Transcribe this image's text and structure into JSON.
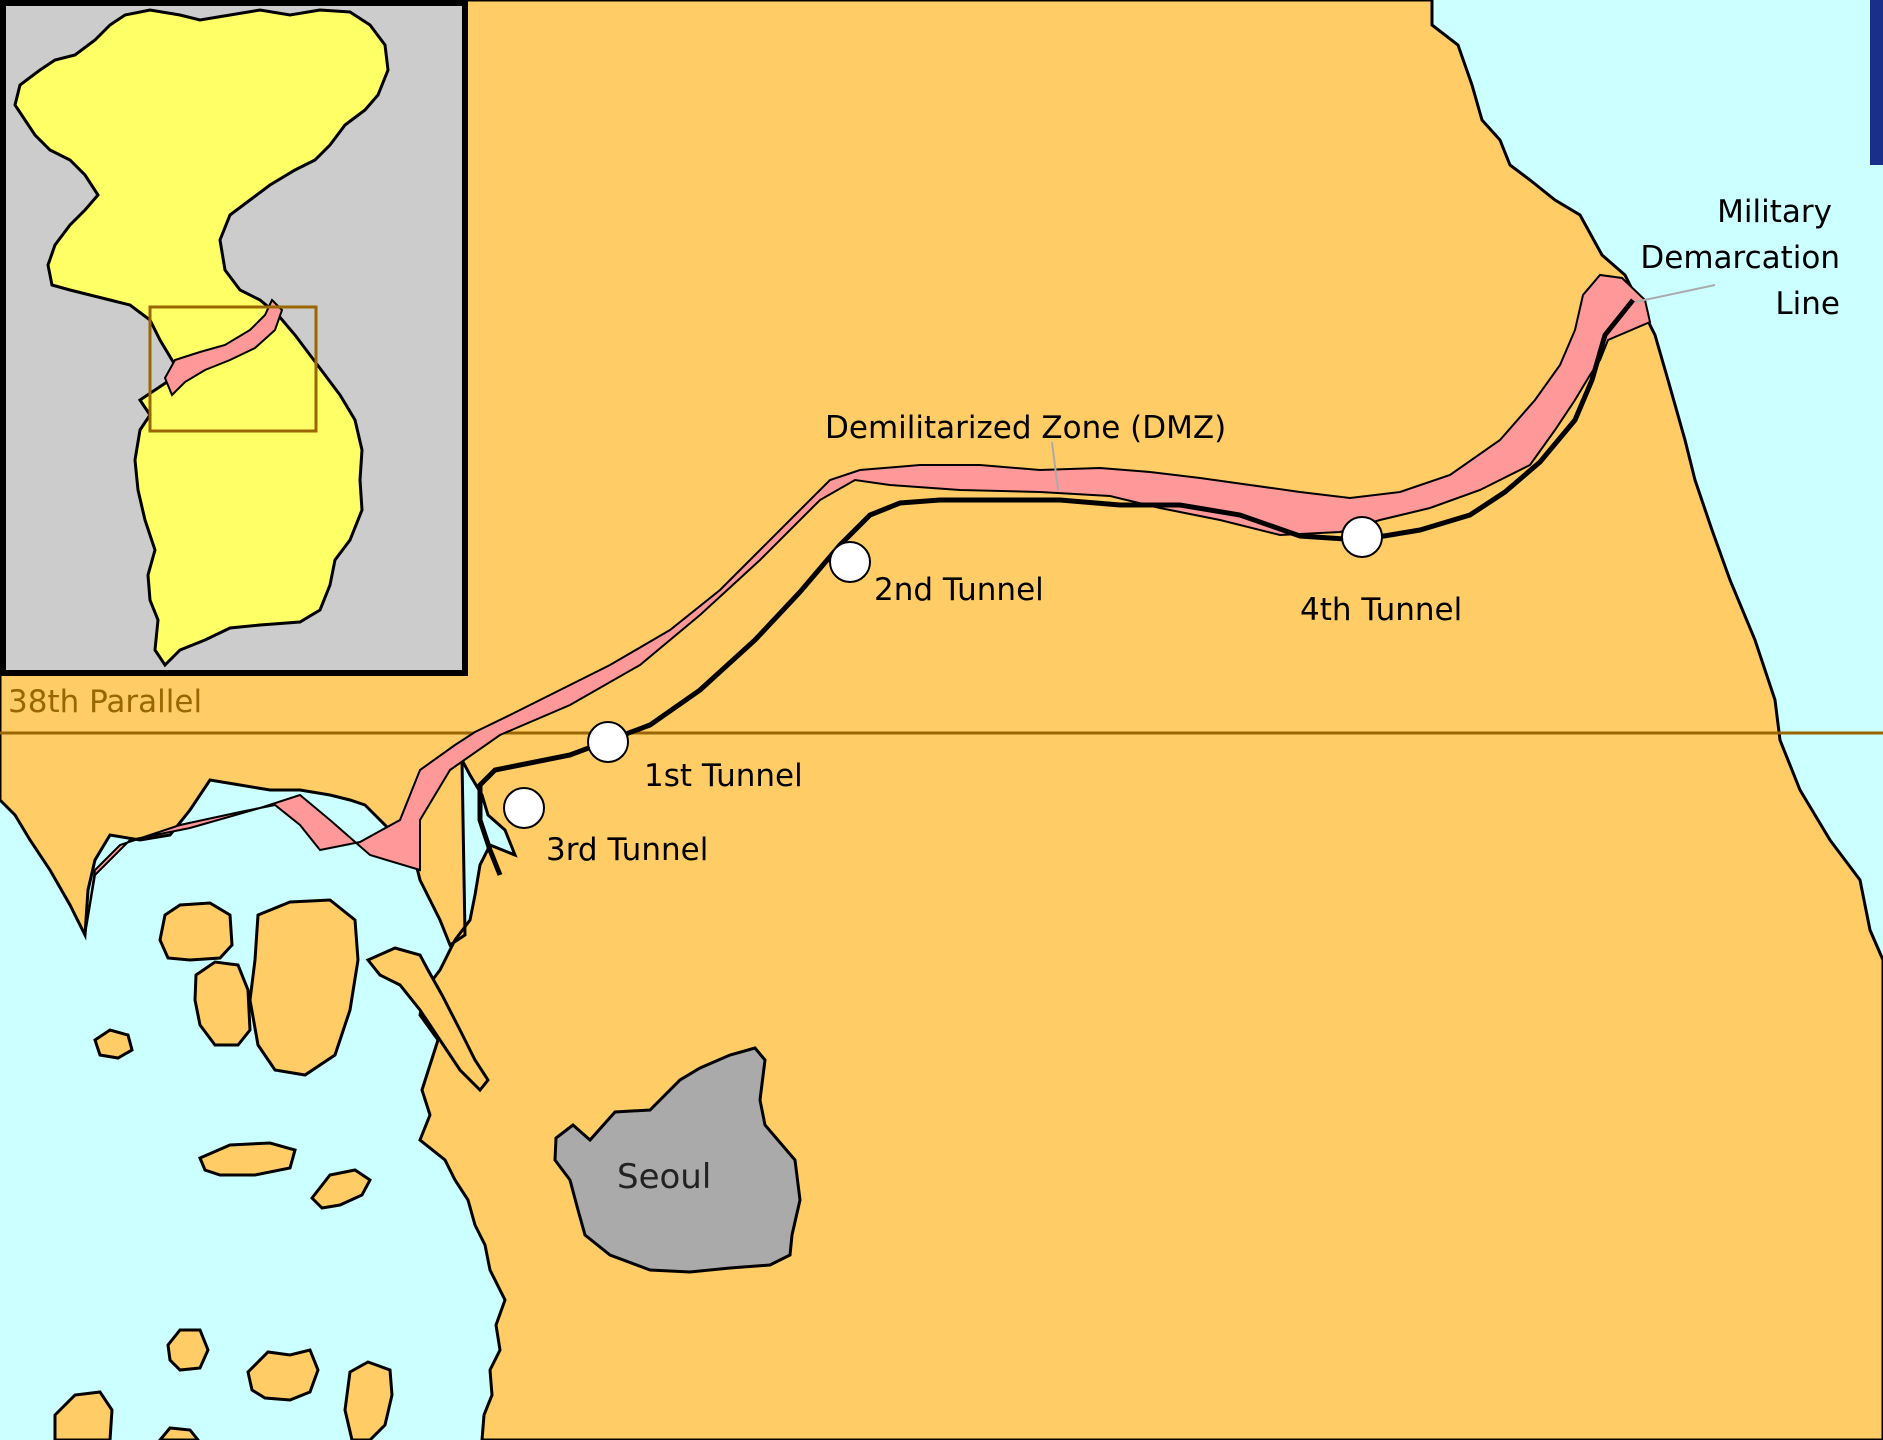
{
  "map": {
    "labels": {
      "mdl_line1": "Military",
      "mdl_line2": "Demarcation",
      "mdl_line3": "Line",
      "dmz": "Demilitarized Zone (DMZ)",
      "tunnel_2": "2nd Tunnel",
      "tunnel_4": "4th Tunnel",
      "tunnel_1": "1st Tunnel",
      "tunnel_3": "3rd Tunnel",
      "parallel": "38th Parallel",
      "seoul": "Seoul"
    },
    "colors": {
      "sea": "#ccffff",
      "land": "#ffcc66",
      "dmz": "#ff9999",
      "city": "#aaaaaa",
      "inset_bg": "#cccccc",
      "inset_land": "#ffff66",
      "parallel": "#996600",
      "edge_bar": "#1a2f8a"
    }
  }
}
